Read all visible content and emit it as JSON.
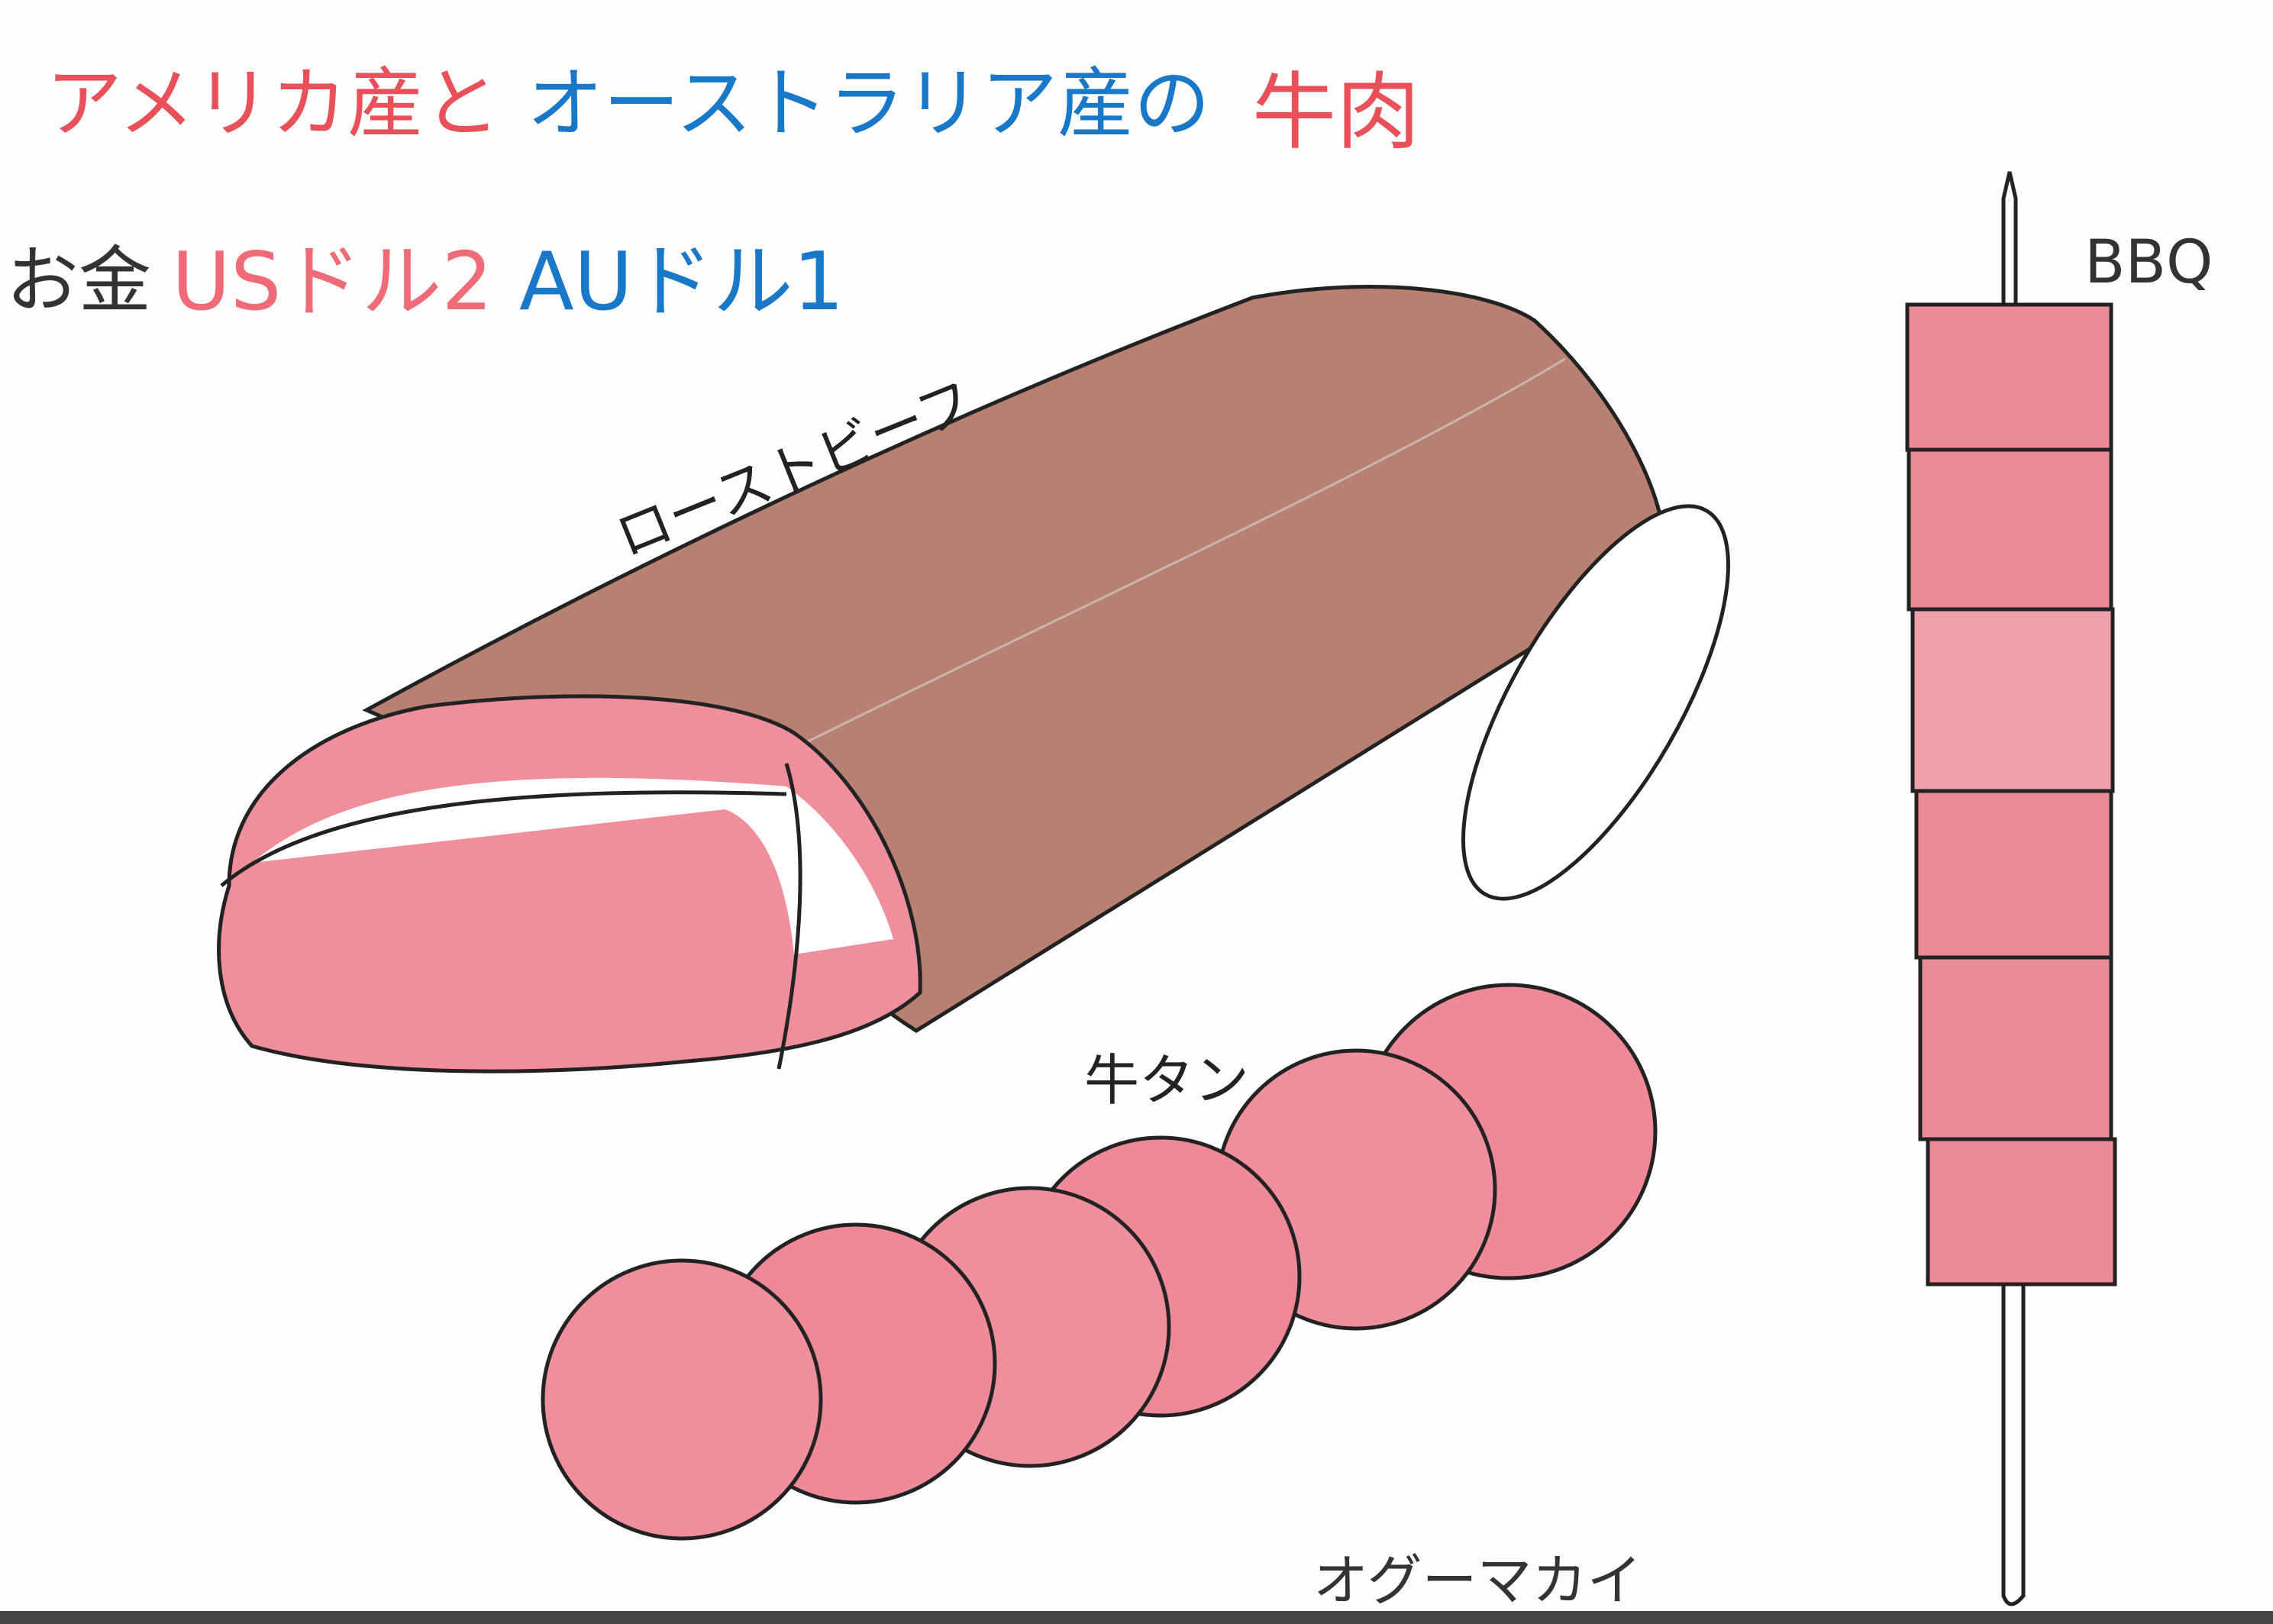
{
  "title": {
    "part1": "アメリカ産と",
    "part2": "オーストラリア産の",
    "part3": "牛肉"
  },
  "money": {
    "label": "お金",
    "us": "USドル2",
    "au": "AUドル1"
  },
  "labels": {
    "roast_beef": "ローストビーフ",
    "tongue": "牛タン",
    "bbq": "BBQ",
    "signature": "オグーマカイ"
  },
  "colors": {
    "red": "#e8505a",
    "blue": "#1a78c8",
    "meat_pink": "#ec8a96",
    "brown": "#b07560",
    "ink": "#222222"
  }
}
